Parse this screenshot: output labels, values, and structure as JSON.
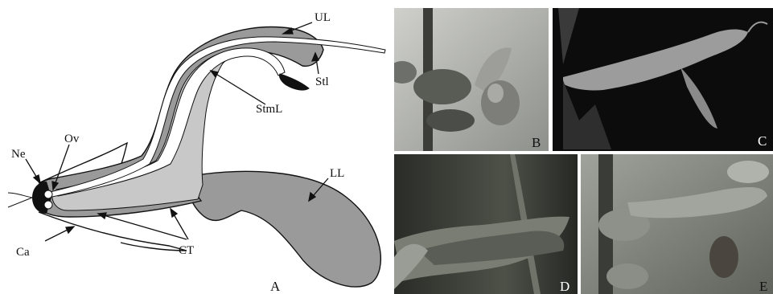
{
  "diagram": {
    "panel_label": "A",
    "parts": {
      "upper_lip": "UL",
      "stigma_lobe": "Stl",
      "staminal_lever": "StmL",
      "lower_lip": "LL",
      "nectary": "Ne",
      "ovary": "Ov",
      "calyx": "Ca",
      "corolla_tube": "CT"
    }
  },
  "photos": [
    {
      "label": "B"
    },
    {
      "label": "C"
    },
    {
      "label": "D"
    },
    {
      "label": "E"
    }
  ],
  "colors": {
    "corolla_dark": "#9a9a9a",
    "corolla_light": "#c8c8c8",
    "outline": "#111111",
    "photo_B_bg": "#b9b9b6",
    "photo_C_bg": "#0c0c0c",
    "photo_D_bg": "#3a3d36",
    "photo_E_bg": "#7e827a"
  }
}
